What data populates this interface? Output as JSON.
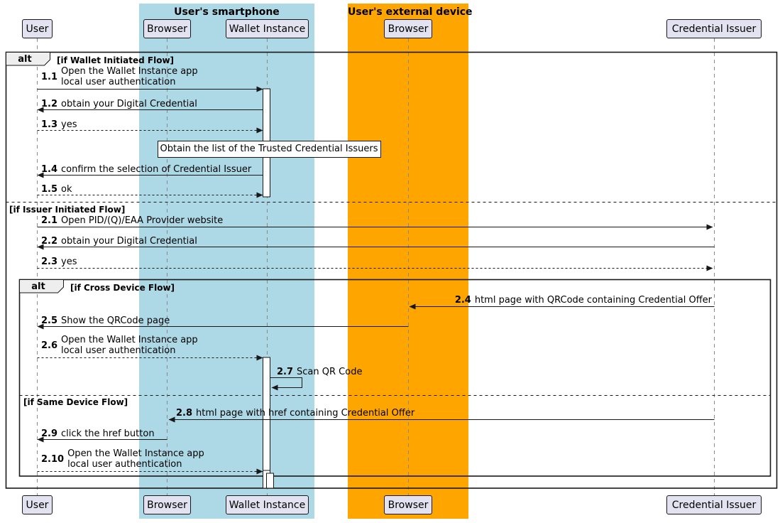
{
  "groups": [
    {
      "label": "User's smartphone",
      "color": "#ADD8E6"
    },
    {
      "label": "User's external device",
      "color": "#FFA500"
    }
  ],
  "participants": [
    {
      "name": "User"
    },
    {
      "name": "Browser"
    },
    {
      "name": "Wallet Instance"
    },
    {
      "name": "Browser"
    },
    {
      "name": "Credential Issuer"
    }
  ],
  "frames": {
    "outer": {
      "operator": "alt",
      "guard": "[if Wallet Initiated Flow]",
      "else_guard": "[if Issuer Initiated Flow]"
    },
    "inner": {
      "operator": "alt",
      "guard": "[if Cross Device Flow]",
      "else_guard": "[if Same Device Flow]"
    }
  },
  "note": {
    "text": "Obtain the list of the Trusted Credential Issuers"
  },
  "messages": {
    "m1_1": {
      "num": "1.1",
      "line1": "Open the Wallet Instance app",
      "line2": "local user authentication"
    },
    "m1_2": {
      "num": "1.2",
      "text": "obtain your Digital Credential"
    },
    "m1_3": {
      "num": "1.3",
      "text": "yes"
    },
    "m1_4": {
      "num": "1.4",
      "text": "confirm the selection of Credential Issuer"
    },
    "m1_5": {
      "num": "1.5",
      "text": "ok"
    },
    "m2_1": {
      "num": "2.1",
      "text": "Open PID/(Q)/EAA Provider website"
    },
    "m2_2": {
      "num": "2.2",
      "text": "obtain your Digital Credential"
    },
    "m2_3": {
      "num": "2.3",
      "text": "yes"
    },
    "m2_4": {
      "num": "2.4",
      "text": "html page with QRCode containing Credential Offer"
    },
    "m2_5": {
      "num": "2.5",
      "text": "Show the QRCode page"
    },
    "m2_6": {
      "num": "2.6",
      "line1": "Open the Wallet Instance app",
      "line2": "local user authentication"
    },
    "m2_7": {
      "num": "2.7",
      "text": "Scan QR Code"
    },
    "m2_8": {
      "num": "2.8",
      "text": "html page with href containing Credential Offer"
    },
    "m2_9": {
      "num": "2.9",
      "text": "click the href button"
    },
    "m2_10": {
      "num": "2.10",
      "line1": "Open the Wallet Instance app",
      "line2": "local user authentication"
    }
  },
  "colors": {
    "smartphone_box": "#ADD8E6",
    "external_device_box": "#FFA500",
    "participant_fill": "#E2E2F0",
    "line": "#181818"
  }
}
